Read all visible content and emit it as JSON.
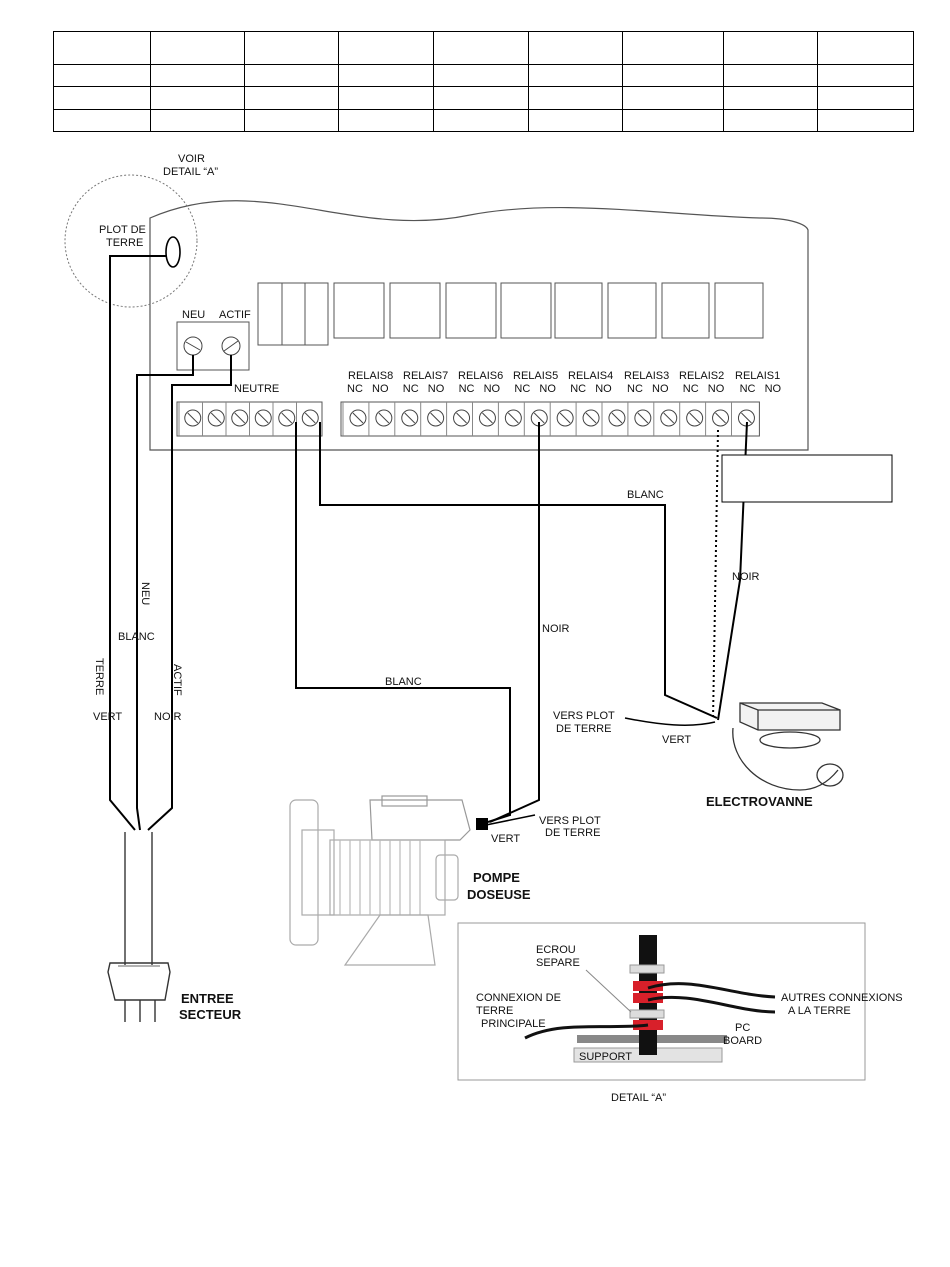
{
  "table": {
    "columns": 9,
    "rows": 4
  },
  "labels": {
    "voir_detail": [
      "VOIR",
      "DETAIL “A”"
    ],
    "plot_de_terre": [
      "PLOT DE",
      "TERRE"
    ],
    "neu": "NEU",
    "actif": "ACTIF",
    "neutre": "NEUTRE",
    "relais": [
      "RELAIS8",
      "RELAIS7",
      "RELAIS6",
      "RELAIS5",
      "RELAIS4",
      "RELAIS3",
      "RELAIS2",
      "RELAIS1"
    ],
    "nc": "NC",
    "no": "NO",
    "blanc": "BLANC",
    "noir": "NOIR",
    "vert": "VERT",
    "terre": "TERRE",
    "vers_plot": [
      "VERS PLOT",
      "DE TERRE"
    ],
    "electrovanne": "ELECTROVANNE",
    "pompe": [
      "POMPE",
      "DOSEUSE"
    ],
    "entree": [
      "ENTREE",
      "SECTEUR"
    ],
    "ecrou": [
      "ECROU",
      "SEPARE"
    ],
    "connexion": [
      "CONNEXION DE",
      "TERRE",
      "PRINCIPALE"
    ],
    "autres": [
      "AUTRES CONNEXIONS",
      "A LA TERRE"
    ],
    "pc_board": [
      "PC",
      "BOARD"
    ],
    "support": "SUPPORT",
    "detail_a": "DETAIL “A”"
  },
  "colors": {
    "wire": "#000000",
    "nut_red": "#d8202a",
    "board_grey": "#8a8a8a"
  }
}
